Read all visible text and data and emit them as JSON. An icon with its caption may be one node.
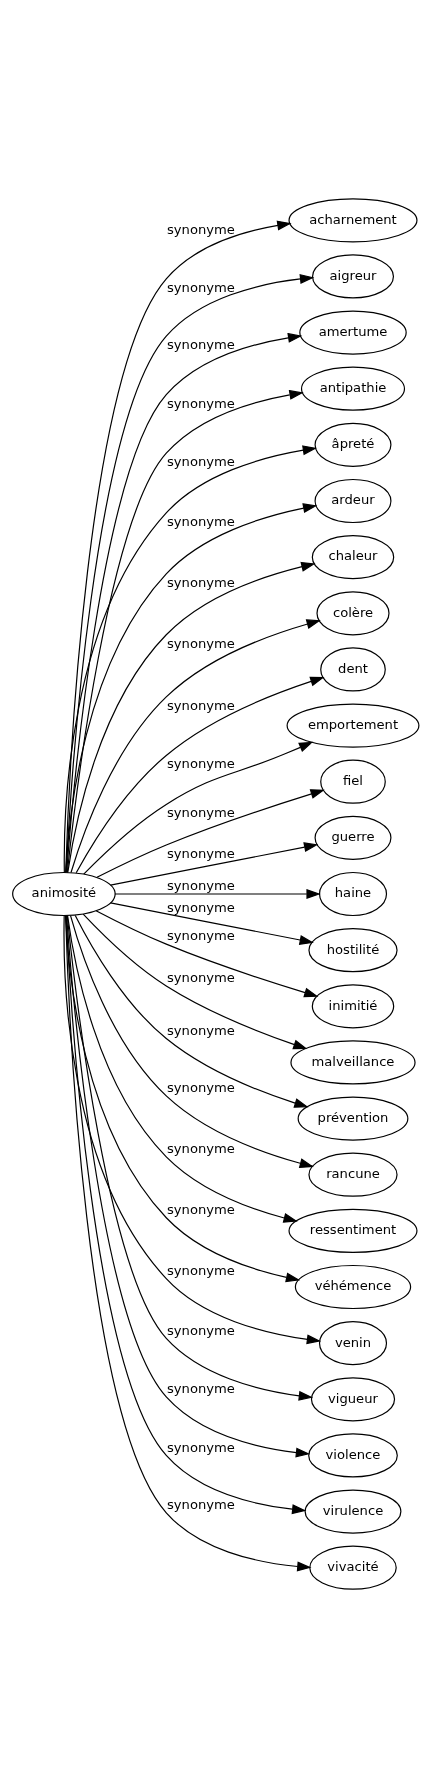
{
  "diagram": {
    "nodes": [
      {
        "text": [
          "animosité"
        ]
      },
      {
        "text": [
          "acharnement"
        ]
      },
      {
        "text": [
          "aigreur"
        ]
      },
      {
        "text": [
          "amertume"
        ]
      },
      {
        "text": [
          "antipathie"
        ]
      },
      {
        "text": [
          "âpreté"
        ]
      },
      {
        "text": [
          "ardeur"
        ]
      },
      {
        "text": [
          "chaleur"
        ]
      },
      {
        "text": [
          "colère"
        ]
      },
      {
        "text": [
          "dent"
        ]
      },
      {
        "text": [
          "emportement"
        ]
      },
      {
        "text": [
          "fiel"
        ]
      },
      {
        "text": [
          "guerre"
        ]
      },
      {
        "text": [
          "haine"
        ]
      },
      {
        "text": [
          "hostilité"
        ]
      },
      {
        "text": [
          "inimitié"
        ]
      },
      {
        "text": [
          "malveillance"
        ]
      },
      {
        "text": [
          "prévention"
        ]
      },
      {
        "text": [
          "rancune"
        ]
      },
      {
        "text": [
          "ressentiment"
        ]
      },
      {
        "text": [
          "véhémence"
        ]
      },
      {
        "text": [
          "venin"
        ]
      },
      {
        "text": [
          "vigueur"
        ]
      },
      {
        "text": [
          "violence"
        ]
      },
      {
        "text": [
          "virulence"
        ]
      },
      {
        "text": [
          "vivacité"
        ]
      }
    ],
    "edges": [
      {
        "from": 0,
        "to": 1,
        "arrow": "to",
        "label": "synonyme"
      },
      {
        "from": 0,
        "to": 2,
        "arrow": "to",
        "label": "synonyme"
      },
      {
        "from": 0,
        "to": 3,
        "arrow": "to",
        "label": "synonyme"
      },
      {
        "from": 0,
        "to": 4,
        "arrow": "to",
        "label": "synonyme"
      },
      {
        "from": 0,
        "to": 5,
        "arrow": "to",
        "label": "synonyme"
      },
      {
        "from": 0,
        "to": 6,
        "arrow": "to",
        "label": "synonyme"
      },
      {
        "from": 0,
        "to": 7,
        "arrow": "to",
        "label": "synonyme"
      },
      {
        "from": 0,
        "to": 8,
        "arrow": "to",
        "label": "synonyme"
      },
      {
        "from": 0,
        "to": 9,
        "arrow": "to",
        "label": "synonyme"
      },
      {
        "from": 0,
        "to": 10,
        "arrow": "to",
        "label": "synonyme"
      },
      {
        "from": 0,
        "to": 11,
        "arrow": "to",
        "label": "synonyme"
      },
      {
        "from": 0,
        "to": 12,
        "arrow": "to",
        "label": "synonyme"
      },
      {
        "from": 0,
        "to": 13,
        "arrow": "to",
        "label": "synonyme"
      },
      {
        "from": 0,
        "to": 14,
        "arrow": "to",
        "label": "synonyme"
      },
      {
        "from": 0,
        "to": 15,
        "arrow": "to",
        "label": "synonyme"
      },
      {
        "from": 0,
        "to": 16,
        "arrow": "to",
        "label": "synonyme"
      },
      {
        "from": 0,
        "to": 17,
        "arrow": "to",
        "label": "synonyme"
      },
      {
        "from": 0,
        "to": 18,
        "arrow": "to",
        "label": "synonyme"
      },
      {
        "from": 0,
        "to": 19,
        "arrow": "to",
        "label": "synonyme"
      },
      {
        "from": 0,
        "to": 20,
        "arrow": "to",
        "label": "synonyme"
      },
      {
        "from": 0,
        "to": 21,
        "arrow": "to",
        "label": "synonyme"
      },
      {
        "from": 0,
        "to": 22,
        "arrow": "to",
        "label": "synonyme"
      },
      {
        "from": 0,
        "to": 23,
        "arrow": "to",
        "label": "synonyme"
      },
      {
        "from": 0,
        "to": 24,
        "arrow": "to",
        "label": "synonyme"
      },
      {
        "from": 0,
        "to": 25,
        "arrow": "to",
        "label": "synonyme"
      }
    ]
  }
}
